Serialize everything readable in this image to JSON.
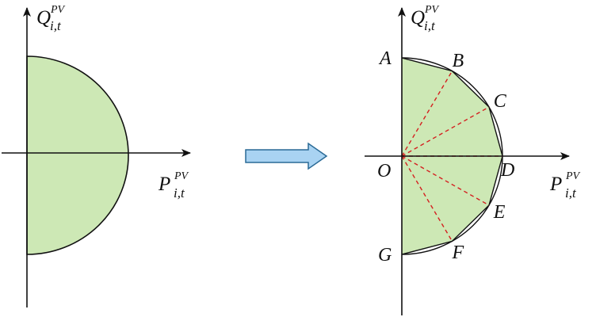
{
  "colors": {
    "fill": "#cde8b5",
    "stroke": "#111111",
    "dash": "#d42020",
    "arrow_fill": "#a9d3f2",
    "arrow_stroke": "#2a6a96"
  },
  "left_panel": {
    "y_axis_label": {
      "main": "Q",
      "sup": "PV",
      "sub": "i,t"
    },
    "x_axis_label": {
      "main": "P",
      "sup": "PV",
      "sub": "i,t"
    }
  },
  "right_panel": {
    "y_axis_label": {
      "main": "Q",
      "sup": "PV",
      "sub": "i,t"
    },
    "x_axis_label": {
      "main": "P",
      "sup": "PV",
      "sub": "i,t"
    },
    "origin_label": "O",
    "points": [
      {
        "label": "A",
        "angle_deg": 90
      },
      {
        "label": "B",
        "angle_deg": 60
      },
      {
        "label": "C",
        "angle_deg": 30
      },
      {
        "label": "D",
        "angle_deg": 0
      },
      {
        "label": "E",
        "angle_deg": -30
      },
      {
        "label": "F",
        "angle_deg": -60
      },
      {
        "label": "G",
        "angle_deg": -90
      }
    ]
  },
  "arrow": {
    "icon": "right-arrow-icon"
  }
}
